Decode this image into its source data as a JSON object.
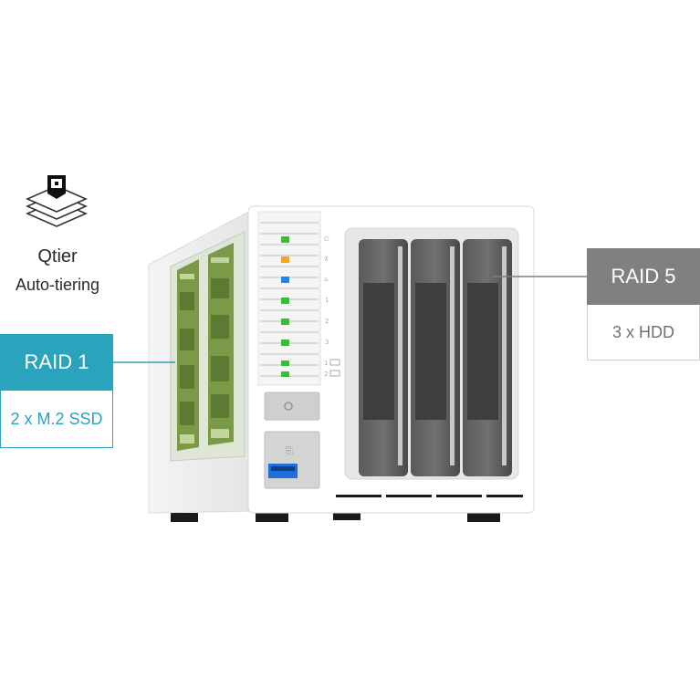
{
  "qtier": {
    "title": "Qtier",
    "subtitle": "Auto-tiering",
    "icon": "qtier-layers-icon"
  },
  "raid1": {
    "label": "RAID 1",
    "detail": "2 x M.2 SSD",
    "color": "#2aa3bd"
  },
  "raid5": {
    "label": "RAID 5",
    "detail": "3 x HDD",
    "color": "#808080"
  },
  "front_panel_marks": [
    "1",
    "2",
    "1",
    "2",
    "3"
  ],
  "led_colors": [
    "#3cba3c",
    "#f5a623",
    "#1e88e5",
    "#3cba3c",
    "#3cba3c",
    "#3cba3c",
    "#3cba3c",
    "#3cba3c"
  ],
  "usb_color": "#1e6fd9"
}
